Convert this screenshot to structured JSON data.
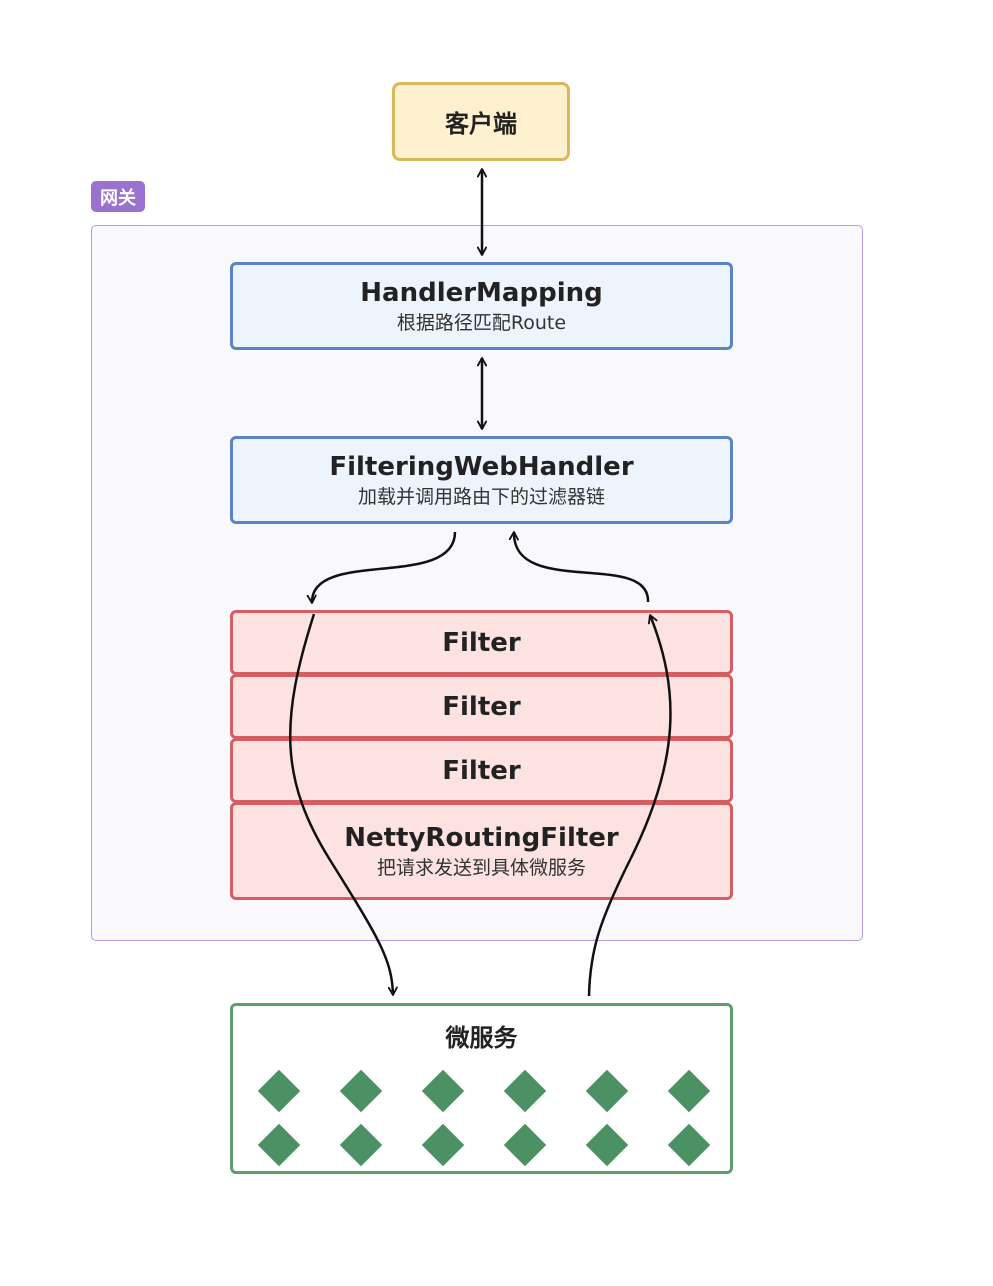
{
  "client": {
    "label": "客户端"
  },
  "gateway": {
    "label": "网关"
  },
  "handler_mapping": {
    "title": "HandlerMapping",
    "subtitle": "根据路径匹配Route"
  },
  "filtering_web_handler": {
    "title": "FilteringWebHandler",
    "subtitle": "加载并调用路由下的过滤器链"
  },
  "filters": [
    {
      "title": "Filter"
    },
    {
      "title": "Filter"
    },
    {
      "title": "Filter"
    }
  ],
  "netty_routing_filter": {
    "title": "NettyRoutingFilter",
    "subtitle": "把请求发送到具体微服务"
  },
  "microservices": {
    "label": "微服务",
    "instance_count": 12
  },
  "colors": {
    "client_fill": "#fdf1cf",
    "client_border": "#d9b85a",
    "gateway_tag": "#9b72cf",
    "handler_fill": "#eef4fc",
    "handler_border": "#5b84c4",
    "filter_fill": "#fde2e2",
    "filter_border": "#d45e62",
    "microservice_border": "#5f9e6e",
    "microservice_instance": "#4c9163"
  }
}
